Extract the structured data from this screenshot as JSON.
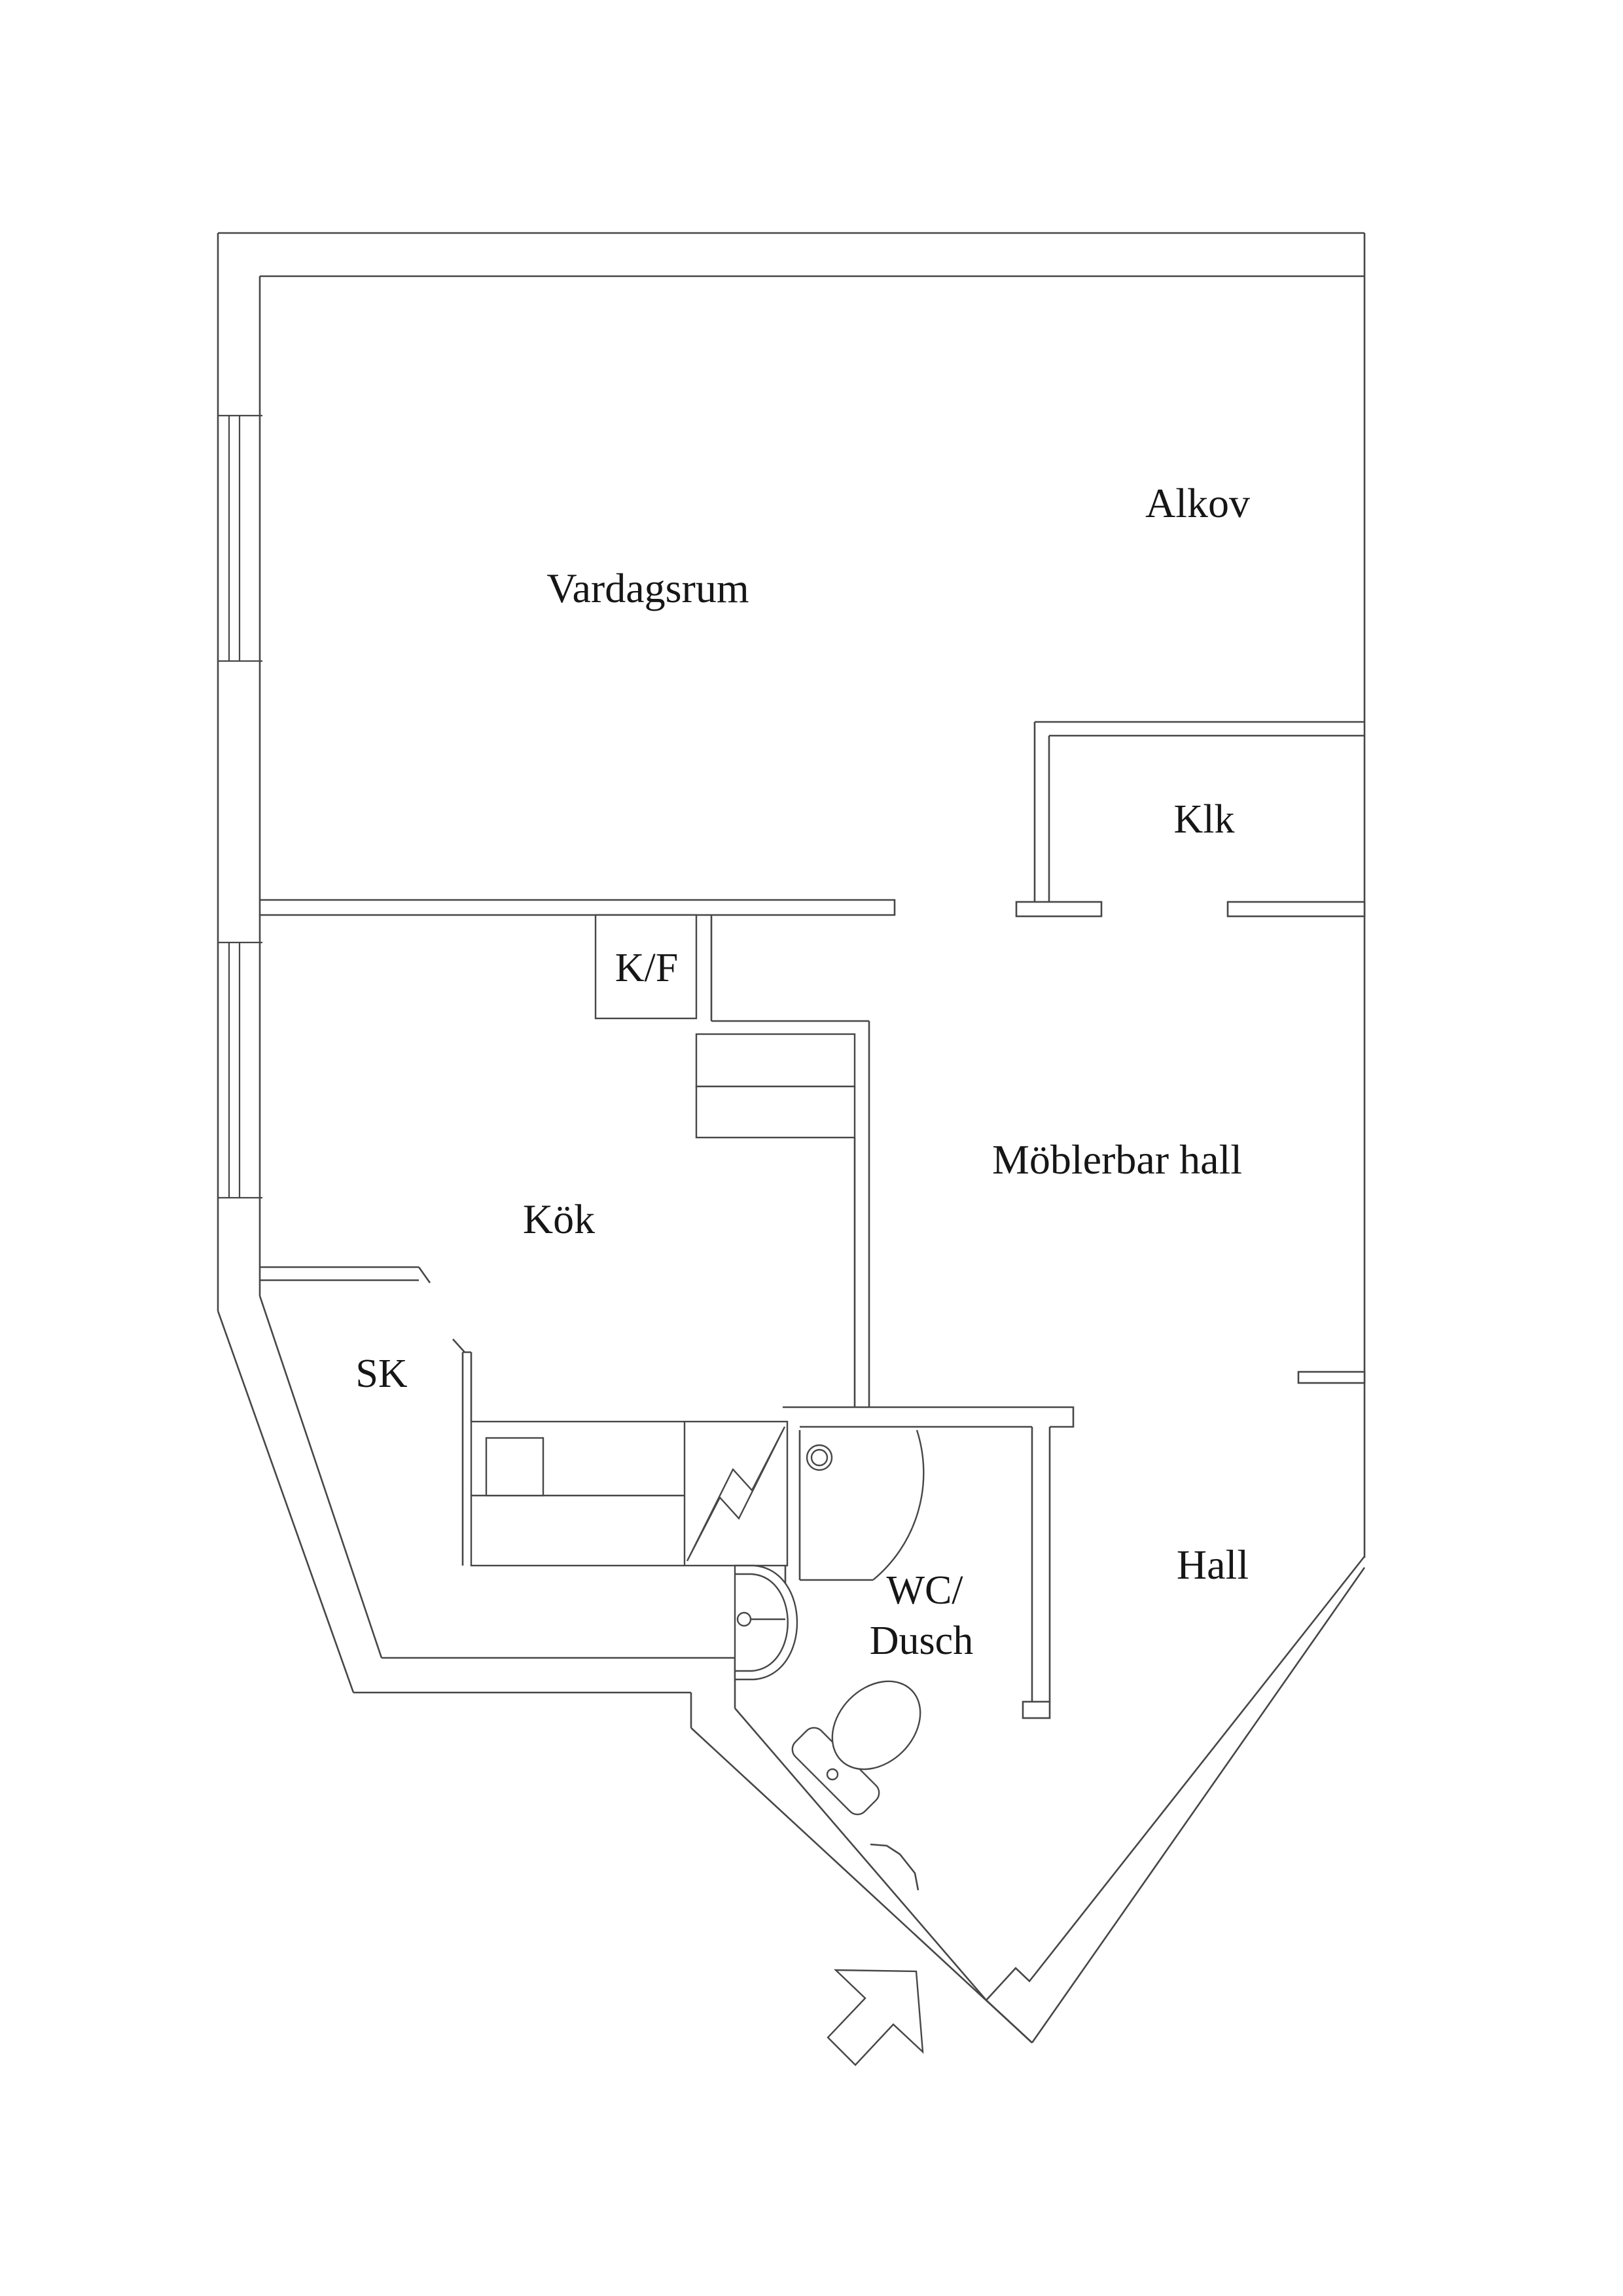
{
  "page": {
    "type": "floor-plan-drawing",
    "background": "#ffffff",
    "line_color": "#474747",
    "text_color": "#161616"
  },
  "floor_plan": {
    "labels": {
      "vardagsrum": "Vardagsrum",
      "alkov": "Alkov",
      "klk": "Klk",
      "kf": "K/F",
      "moblerbar_hall": "Möblerbar hall",
      "kok": "Kök",
      "sk": "SK",
      "wc": "WC/",
      "dusch": "Dusch",
      "hall": "Hall"
    },
    "fixtures": [
      "window-icon",
      "fridge-freezer-box",
      "kitchen-cabinet",
      "kitchen-counter",
      "stove-icon",
      "shower-icon",
      "floor-drain-icon",
      "washbasin-icon",
      "toilet-icon",
      "door-jamb",
      "entrance-arrow-icon"
    ]
  }
}
